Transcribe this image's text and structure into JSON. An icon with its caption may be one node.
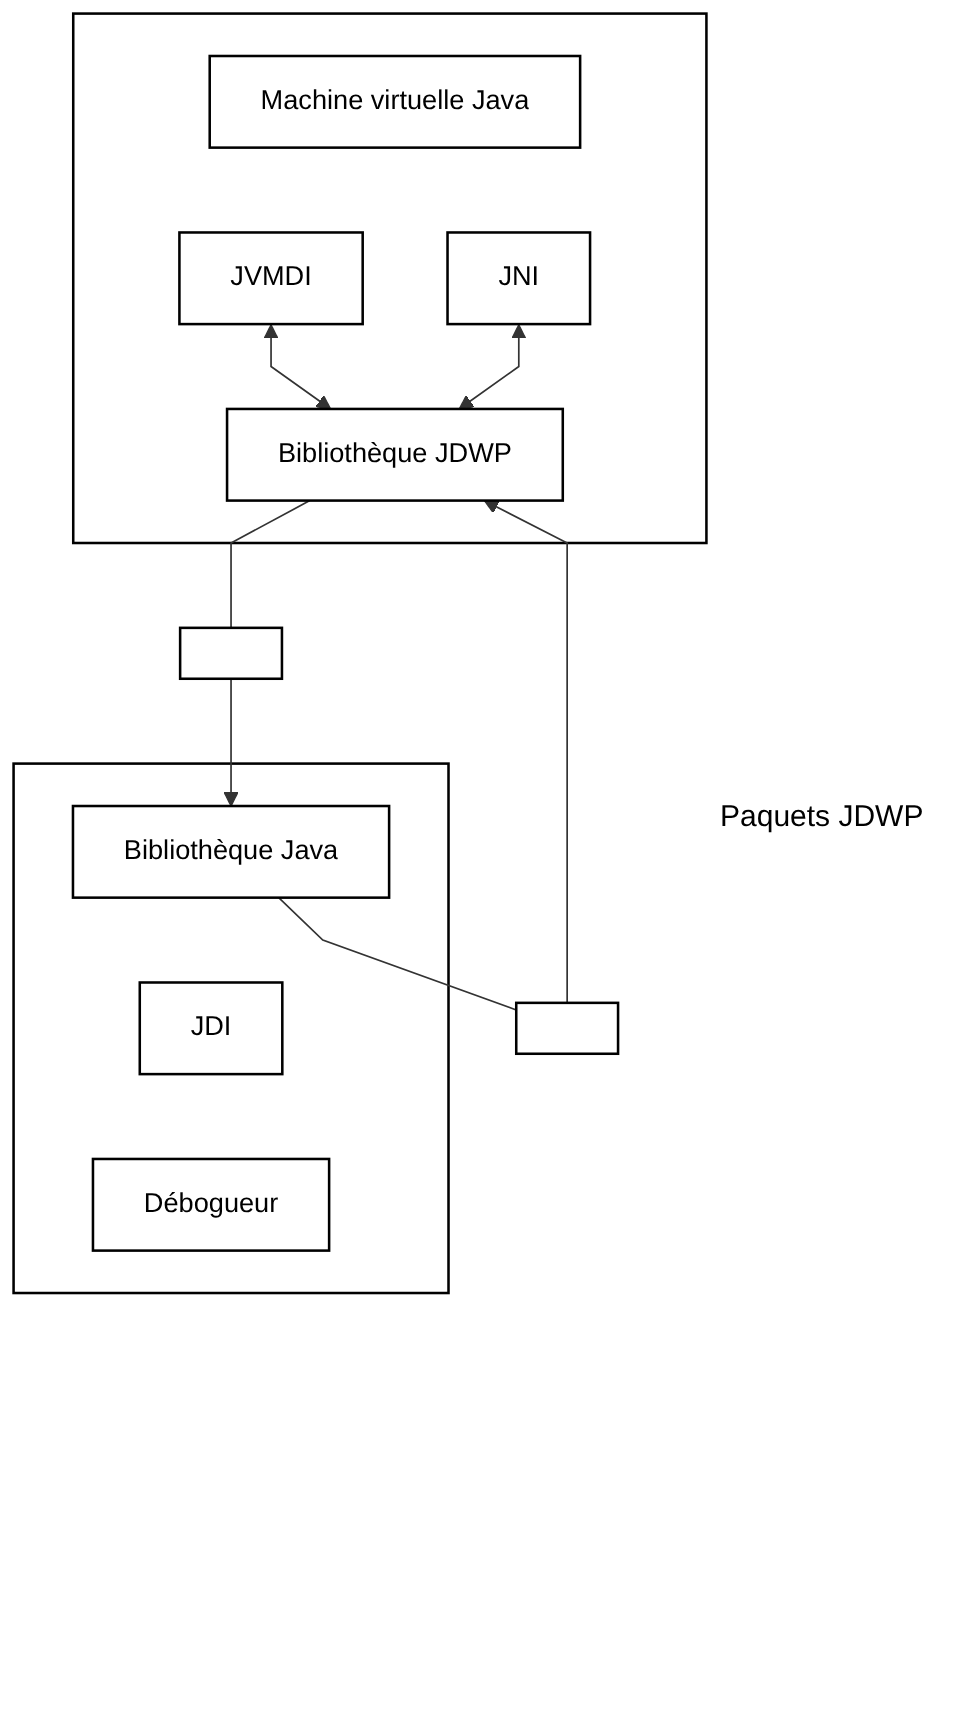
{
  "diagram": {
    "nodes": [
      {
        "text": [],
        "shape": "box"
      },
      {
        "text": [
          "Machine virtuelle Java"
        ],
        "in": 0
      },
      {
        "text": [
          "JVMDI"
        ],
        "in": 0
      },
      {
        "text": [
          "JNI"
        ],
        "in": 0
      },
      {
        "text": [
          "Bibliothèque JDWP"
        ],
        "in": 0
      },
      {
        "text": [],
        "shape": "box"
      },
      {
        "text": [],
        "shape": "box"
      },
      {
        "text": [],
        "shape": "box"
      },
      {
        "text": [
          "Bibliothèque Java"
        ],
        "in": 7
      },
      {
        "text": [
          "JDI"
        ],
        "in": 7
      },
      {
        "text": [
          "Débogueur"
        ],
        "in": 7
      }
    ],
    "edges": [
      {
        "from": 2,
        "to": 4,
        "arrow": "both"
      },
      {
        "from": 3,
        "to": 4,
        "arrow": "both"
      },
      {
        "from": 4,
        "to": 5,
        "arrow": "none"
      },
      {
        "from": 5,
        "to": 8,
        "arrow": "to"
      },
      {
        "from": 8,
        "to": 6,
        "arrow": "none"
      },
      {
        "from": 6,
        "to": 4,
        "arrow": "to"
      }
    ],
    "labels": [
      "Paquets JDWP"
    ]
  }
}
